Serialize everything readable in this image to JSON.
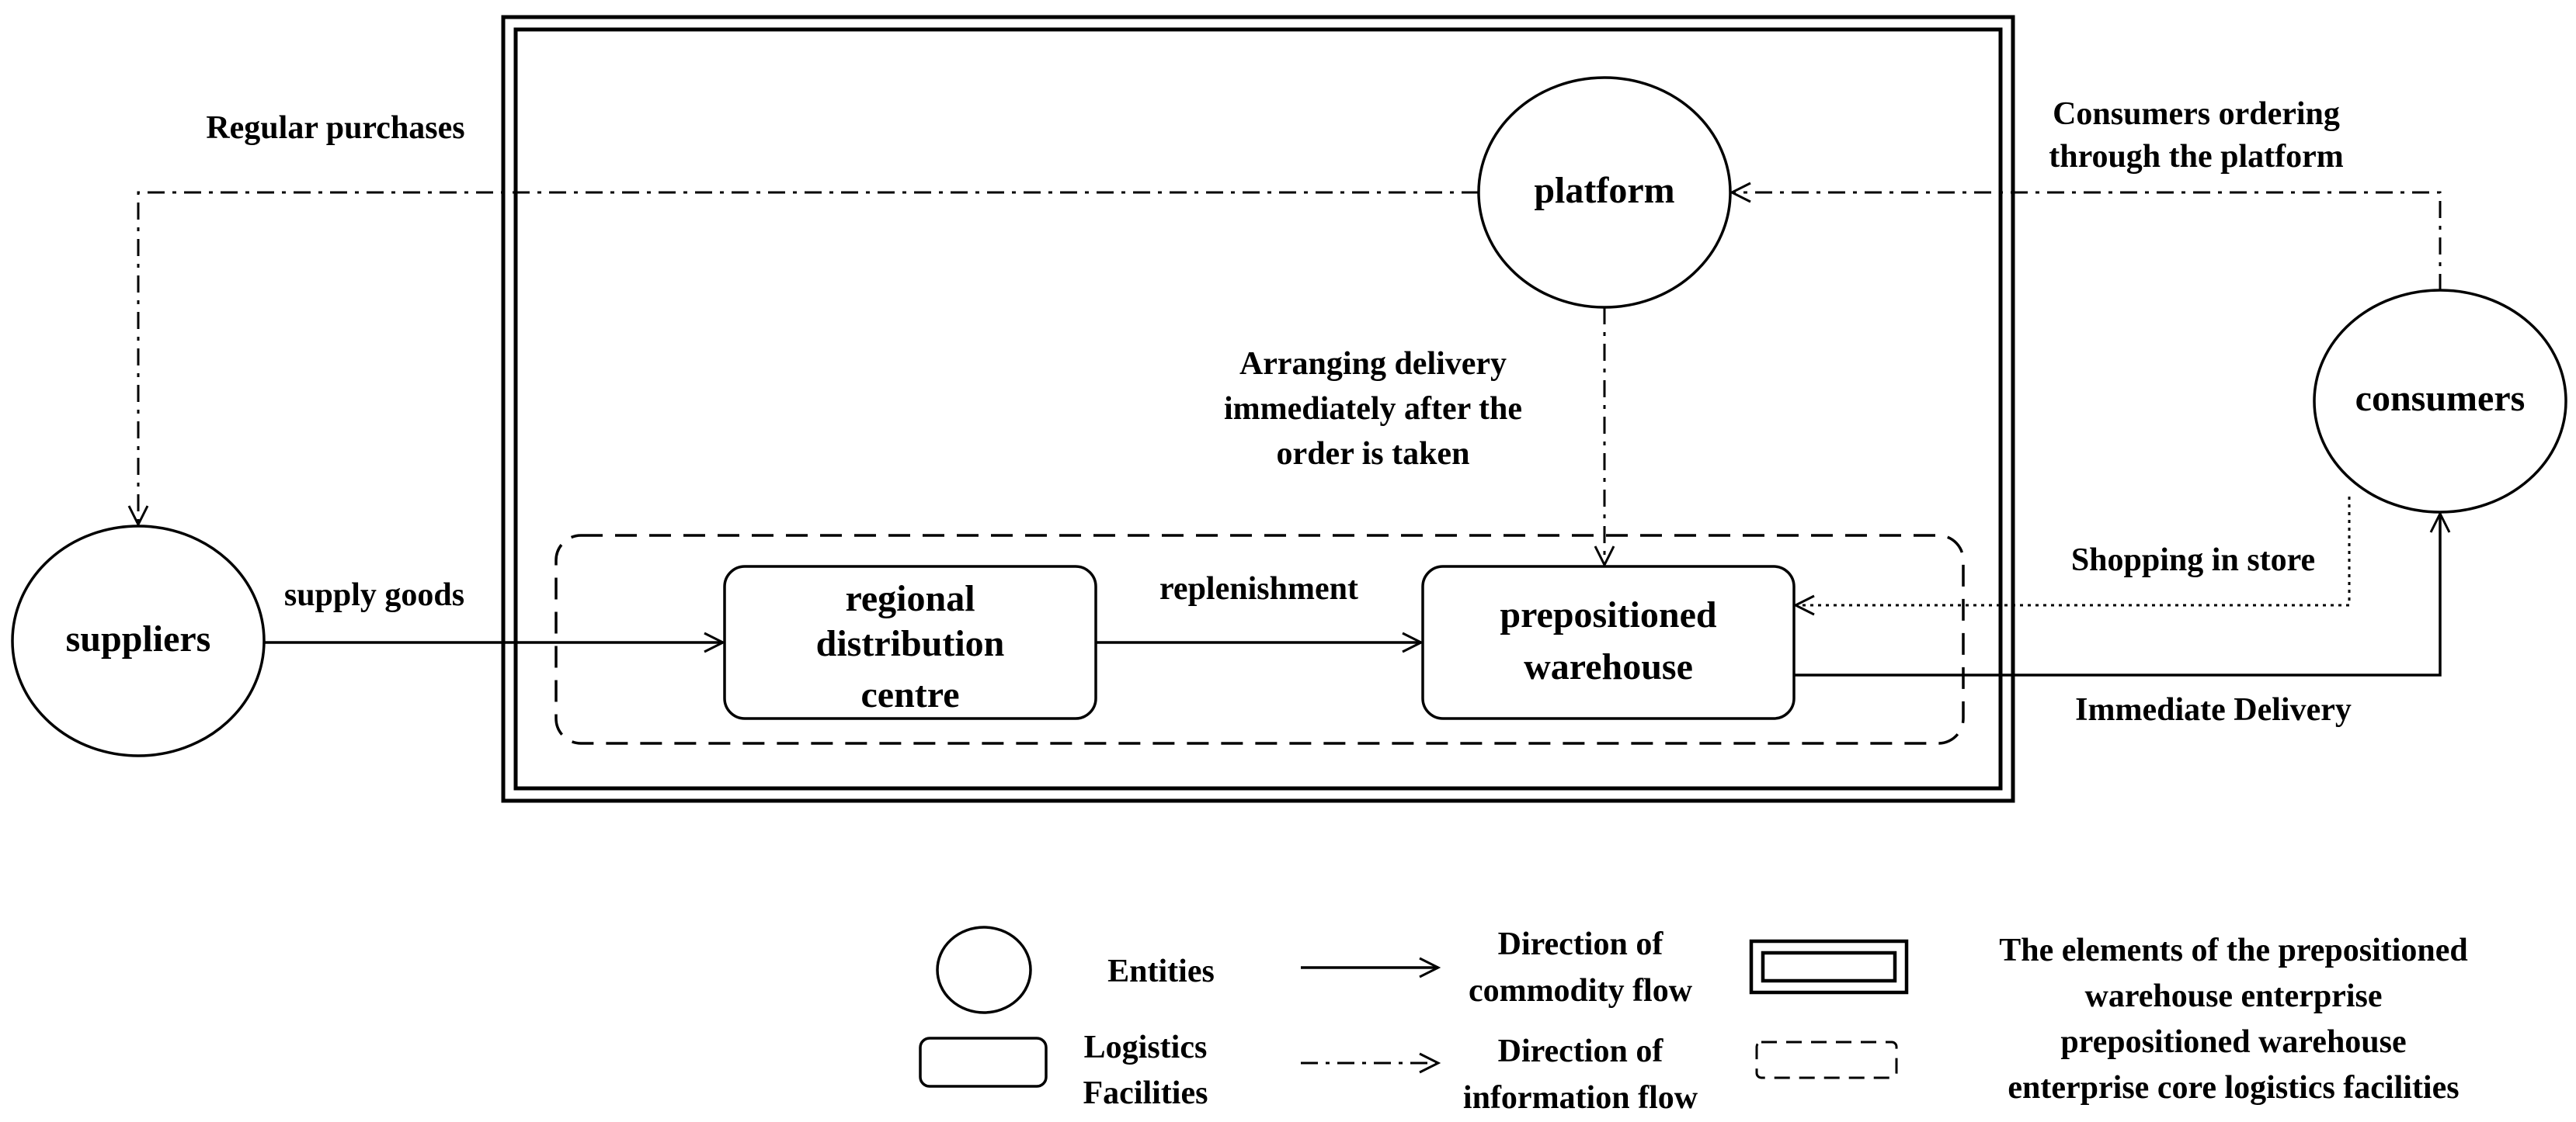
{
  "nodes": {
    "platform": "platform",
    "consumers": "consumers",
    "suppliers": "suppliers",
    "regional_distribution_centre": [
      "regional",
      "distribution",
      "centre"
    ],
    "prepositioned_warehouse": [
      "prepositioned",
      "warehouse"
    ]
  },
  "edge_labels": {
    "regular_purchases": "Regular purchases",
    "consumers_ordering": [
      "Consumers ordering",
      "through the platform"
    ],
    "arranging_delivery": [
      "Arranging delivery",
      "immediately after the",
      "order is taken"
    ],
    "supply_goods": "supply goods",
    "replenishment": "replenishment",
    "shopping_in_store": "Shopping in store",
    "immediate_delivery": "Immediate Delivery"
  },
  "legend": {
    "entities": "Entities",
    "logistics_facilities": [
      "Logistics",
      "Facilities"
    ],
    "commodity_flow": [
      "Direction of",
      "commodity flow"
    ],
    "information_flow": [
      "Direction of",
      "information flow"
    ],
    "enterprise_elements": [
      "The elements of the prepositioned",
      "warehouse enterprise"
    ],
    "core_facilities": [
      "prepositioned warehouse",
      "enterprise core logistics facilities"
    ]
  }
}
